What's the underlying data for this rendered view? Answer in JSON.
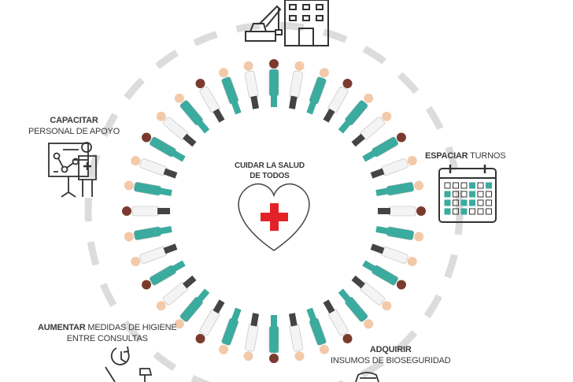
{
  "center": {
    "line1": "CUIDAR LA SALUD",
    "line2": "DE TODOS"
  },
  "actions": [
    {
      "bold": "CAPACITAR",
      "rest": "",
      "line2": "PERSONAL DE APOYO",
      "icon": "presentation-icon"
    },
    {
      "bold": "ESPACIAR",
      "rest": " TURNOS",
      "line2": "",
      "icon": "calendar-icon"
    },
    {
      "bold": "AUMENTAR",
      "rest": " MEDIDAS DE HIGIENE",
      "line2": "ENTRE CONSULTAS",
      "icon": "clock-spray-icon"
    },
    {
      "bold": "ADQUIRIR",
      "rest": "",
      "line2": "INSUMOS DE BIOSEGURIDAD",
      "icon": "mask-icon"
    }
  ],
  "colors": {
    "teal": "#3aab9e",
    "red": "#e32227",
    "ring": "#dcdcdc",
    "ink": "#3a3a3a"
  }
}
